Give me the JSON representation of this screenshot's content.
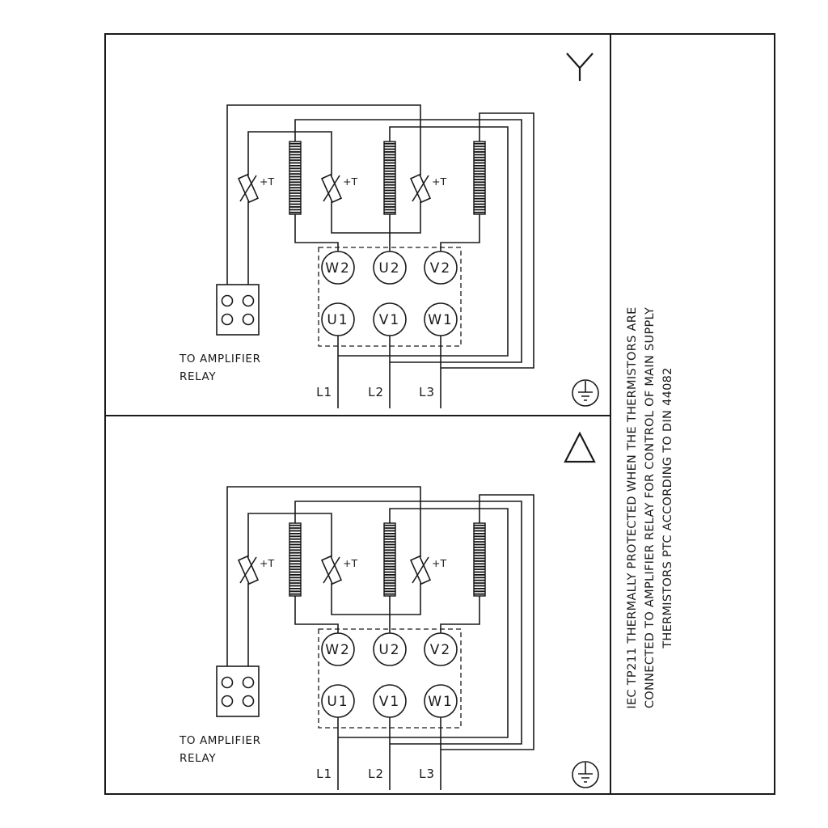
{
  "side_note": {
    "line1": "IEC TP211 THERMALLY PROTECTED WHEN THE THERMISTORS ARE",
    "line2": "CONNECTED TO AMPLIFIER RELAY FOR CONTROL OF MAIN SUPPLY",
    "line3": "THERMISTORS PTC ACCORDING TO DIN 44082"
  },
  "panels": [
    {
      "name": "star-connection",
      "symbol": "star",
      "terminals_top": [
        "W2",
        "U2",
        "V2"
      ],
      "terminals_bottom": [
        "U1",
        "V1",
        "W1"
      ],
      "supply_lines": [
        "L1",
        "L2",
        "L3"
      ],
      "thermistor_label": "+T",
      "relay_caption_line1": "TO AMPLIFIER",
      "relay_caption_line2": "RELAY"
    },
    {
      "name": "delta-connection",
      "symbol": "delta",
      "terminals_top": [
        "W2",
        "U2",
        "V2"
      ],
      "terminals_bottom": [
        "U1",
        "V1",
        "W1"
      ],
      "supply_lines": [
        "L1",
        "L2",
        "L3"
      ],
      "thermistor_label": "+T",
      "relay_caption_line1": "TO AMPLIFIER",
      "relay_caption_line2": "RELAY"
    }
  ],
  "colors": {
    "line": "#1a1a1a",
    "background": "#ffffff"
  }
}
